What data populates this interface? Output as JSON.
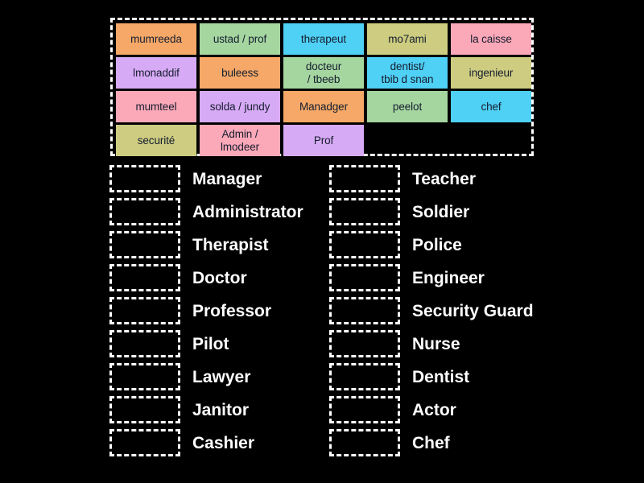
{
  "colors": {
    "background": "#000000",
    "dashed_border": "#ffffff",
    "tile_text": "#151d2e",
    "label_text": "#ffffff",
    "orange": "#f5a867",
    "green": "#a5d6a0",
    "blue": "#4fd0f5",
    "khaki": "#cdcc80",
    "pink": "#fba8b8",
    "lavender": "#d7aaf5"
  },
  "tile_bank": {
    "rows": [
      [
        {
          "label": "mumreeda",
          "color": "#f5a867"
        },
        {
          "label": "ustad / prof",
          "color": "#a5d6a0"
        },
        {
          "label": "therapeut",
          "color": "#4fd0f5"
        },
        {
          "label": "mo7ami",
          "color": "#cdcc80"
        },
        {
          "label": "la caisse",
          "color": "#fba8b8"
        }
      ],
      [
        {
          "label": "lmonaddif",
          "color": "#d7aaf5"
        },
        {
          "label": "buleess",
          "color": "#f5a867"
        },
        {
          "label": "docteur\n/ tbeeb",
          "color": "#a5d6a0"
        },
        {
          "label": "dentist/\ntbib d snan",
          "color": "#4fd0f5"
        },
        {
          "label": "ingenieur",
          "color": "#cdcc80"
        }
      ],
      [
        {
          "label": "mumteel",
          "color": "#fba8b8"
        },
        {
          "label": "solda / jundy",
          "color": "#d7aaf5"
        },
        {
          "label": "Manadger",
          "color": "#f5a867"
        },
        {
          "label": "peelot",
          "color": "#a5d6a0"
        },
        {
          "label": "chef",
          "color": "#4fd0f5"
        }
      ],
      [
        {
          "label": "securité",
          "color": "#cdcc80"
        },
        {
          "label": "Admin /\nlmodeer",
          "color": "#fba8b8"
        },
        {
          "label": "Prof",
          "color": "#d7aaf5"
        }
      ]
    ]
  },
  "answers": {
    "left_column": [
      {
        "label": "Manager"
      },
      {
        "label": "Administrator"
      },
      {
        "label": "Therapist"
      },
      {
        "label": "Doctor"
      },
      {
        "label": "Professor"
      },
      {
        "label": "Pilot"
      },
      {
        "label": "Lawyer"
      },
      {
        "label": "Janitor"
      },
      {
        "label": "Cashier"
      }
    ],
    "right_column": [
      {
        "label": "Teacher"
      },
      {
        "label": "Soldier"
      },
      {
        "label": "Police"
      },
      {
        "label": "Engineer"
      },
      {
        "label": "Security Guard"
      },
      {
        "label": "Nurse"
      },
      {
        "label": "Dentist"
      },
      {
        "label": "Actor"
      },
      {
        "label": "Chef"
      }
    ]
  }
}
